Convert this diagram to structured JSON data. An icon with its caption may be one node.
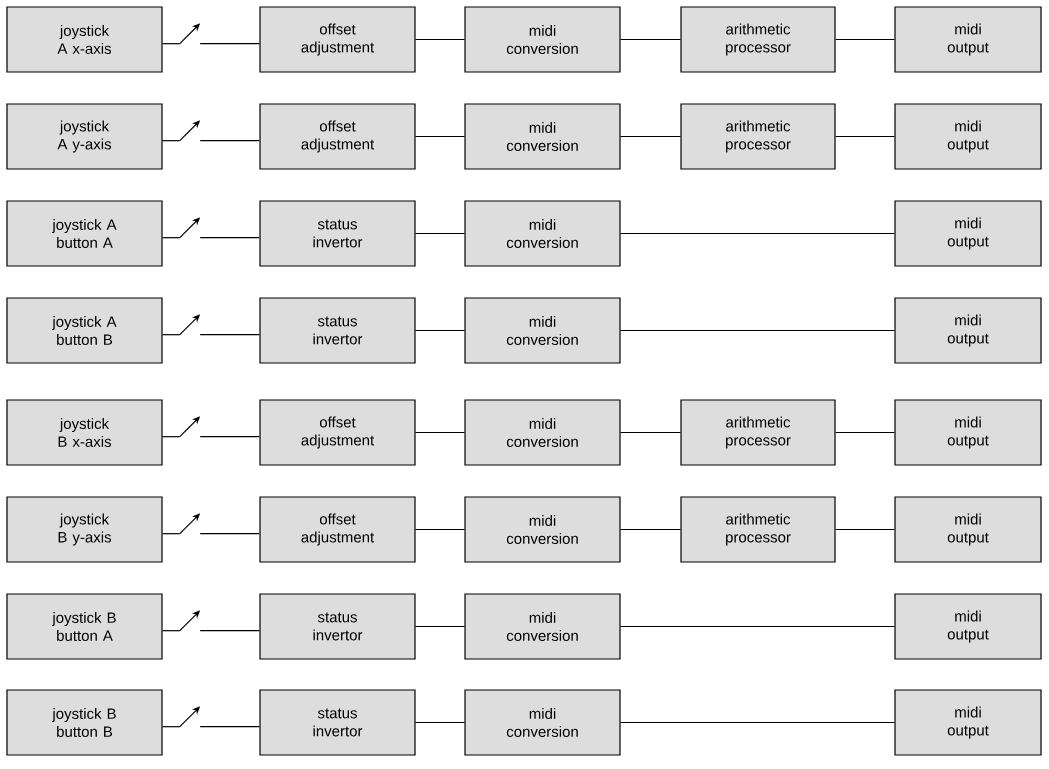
{
  "diagram": {
    "nodes": [
      {
        "text": [
          "joystick A x-axis"
        ]
      },
      {
        "text": [],
        "shape": "switch"
      },
      {
        "text": [
          "offset adjustment"
        ]
      },
      {
        "text": [
          "midi conversion"
        ]
      },
      {
        "text": [
          "arithmetic processor"
        ]
      },
      {
        "text": [
          "midi output"
        ]
      },
      {
        "text": [
          "joystick A y-axis"
        ]
      },
      {
        "text": [],
        "shape": "switch"
      },
      {
        "text": [
          "offset adjustment"
        ]
      },
      {
        "text": [
          "midi conversion"
        ]
      },
      {
        "text": [
          "arithmetic processor"
        ]
      },
      {
        "text": [
          "midi output"
        ]
      },
      {
        "text": [
          "joystick A button A"
        ]
      },
      {
        "text": [],
        "shape": "switch"
      },
      {
        "text": [
          "status invertor"
        ]
      },
      {
        "text": [
          "midi conversion"
        ]
      },
      {
        "text": [
          "midi output"
        ]
      },
      {
        "text": [
          "joystick A button B"
        ]
      },
      {
        "text": [],
        "shape": "switch"
      },
      {
        "text": [
          "status invertor"
        ]
      },
      {
        "text": [
          "midi conversion"
        ]
      },
      {
        "text": [
          "midi output"
        ]
      },
      {
        "text": [
          "joystick B x-axis"
        ]
      },
      {
        "text": [],
        "shape": "switch"
      },
      {
        "text": [
          "offset adjustment"
        ]
      },
      {
        "text": [
          "midi conversion"
        ]
      },
      {
        "text": [
          "arithmetic processor"
        ]
      },
      {
        "text": [
          "midi output"
        ]
      },
      {
        "text": [
          "joystick B y-axis"
        ]
      },
      {
        "text": [],
        "shape": "switch"
      },
      {
        "text": [
          "offset adjustment"
        ]
      },
      {
        "text": [
          "midi conversion"
        ]
      },
      {
        "text": [
          "arithmetic processor"
        ]
      },
      {
        "text": [
          "midi output"
        ]
      },
      {
        "text": [
          "joystick B button A"
        ]
      },
      {
        "text": [],
        "shape": "switch"
      },
      {
        "text": [
          "status invertor"
        ]
      },
      {
        "text": [
          "midi conversion"
        ]
      },
      {
        "text": [
          "midi output"
        ]
      },
      {
        "text": [
          "joystick B button B"
        ]
      },
      {
        "text": [],
        "shape": "switch"
      },
      {
        "text": [
          "status invertor"
        ]
      },
      {
        "text": [
          "midi conversion"
        ]
      },
      {
        "text": [
          "midi output"
        ]
      }
    ],
    "edges": [
      {
        "from": 0,
        "to": 1,
        "arrow": "none"
      },
      {
        "from": 1,
        "to": 2,
        "arrow": "none"
      },
      {
        "from": 2,
        "to": 3,
        "arrow": "none"
      },
      {
        "from": 3,
        "to": 4,
        "arrow": "none"
      },
      {
        "from": 4,
        "to": 5,
        "arrow": "none"
      },
      {
        "from": 6,
        "to": 7,
        "arrow": "none"
      },
      {
        "from": 7,
        "to": 8,
        "arrow": "none"
      },
      {
        "from": 8,
        "to": 9,
        "arrow": "none"
      },
      {
        "from": 9,
        "to": 10,
        "arrow": "none"
      },
      {
        "from": 10,
        "to": 11,
        "arrow": "none"
      },
      {
        "from": 12,
        "to": 13,
        "arrow": "none"
      },
      {
        "from": 13,
        "to": 14,
        "arrow": "none"
      },
      {
        "from": 14,
        "to": 15,
        "arrow": "none"
      },
      {
        "from": 15,
        "to": 16,
        "arrow": "none"
      },
      {
        "from": 17,
        "to": 18,
        "arrow": "none"
      },
      {
        "from": 18,
        "to": 19,
        "arrow": "none"
      },
      {
        "from": 19,
        "to": 20,
        "arrow": "none"
      },
      {
        "from": 20,
        "to": 21,
        "arrow": "none"
      },
      {
        "from": 22,
        "to": 23,
        "arrow": "none"
      },
      {
        "from": 23,
        "to": 24,
        "arrow": "none"
      },
      {
        "from": 24,
        "to": 25,
        "arrow": "none"
      },
      {
        "from": 25,
        "to": 26,
        "arrow": "none"
      },
      {
        "from": 26,
        "to": 27,
        "arrow": "none"
      },
      {
        "from": 28,
        "to": 29,
        "arrow": "none"
      },
      {
        "from": 29,
        "to": 30,
        "arrow": "none"
      },
      {
        "from": 30,
        "to": 31,
        "arrow": "none"
      },
      {
        "from": 31,
        "to": 32,
        "arrow": "none"
      },
      {
        "from": 32,
        "to": 33,
        "arrow": "none"
      },
      {
        "from": 34,
        "to": 35,
        "arrow": "none"
      },
      {
        "from": 35,
        "to": 36,
        "arrow": "none"
      },
      {
        "from": 36,
        "to": 37,
        "arrow": "none"
      },
      {
        "from": 37,
        "to": 38,
        "arrow": "none"
      },
      {
        "from": 39,
        "to": 40,
        "arrow": "none"
      },
      {
        "from": 40,
        "to": 41,
        "arrow": "none"
      },
      {
        "from": 41,
        "to": 42,
        "arrow": "none"
      },
      {
        "from": 42,
        "to": 43,
        "arrow": "none"
      }
    ]
  }
}
